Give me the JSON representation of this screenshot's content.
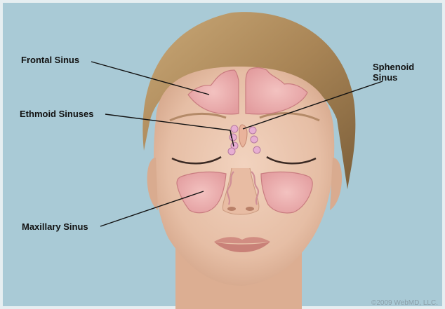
{
  "labels": {
    "frontal": "Frontal Sinus",
    "sphenoid": "Sphenoid\nSinus",
    "ethmoid": "Ethmoid Sinuses",
    "maxillary": "Maxillary Sinus"
  },
  "copyright": "©2009 WebMD, LLC.",
  "colors": {
    "background": "#a9cad6",
    "skin": "#ebc5ad",
    "sinus_fill": "#eaa9a9",
    "sinus_edge": "#c97c80",
    "ethmoid_fill": "#e7aed2",
    "hair": "#a98556",
    "leader_line": "#111111"
  }
}
